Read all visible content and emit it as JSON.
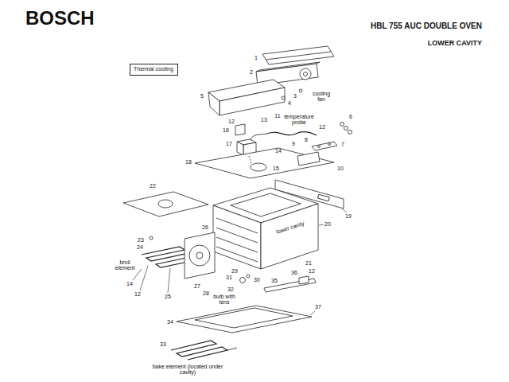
{
  "diagram": {
    "title": "HBL 755 AUC DOUBLE OVEN",
    "nodes": [
      {
        "text": [
          "Thermal cooling"
        ]
      }
    ],
    "labels": [
      "BOSCH",
      "LOWER CAVITY",
      "1",
      "2",
      "cooling fan",
      "3",
      "4",
      "5",
      "6",
      "11",
      "temperature probe",
      "12",
      "13",
      "12",
      "16",
      "8",
      "7",
      "17",
      "9",
      "14",
      "15",
      "10",
      "18",
      "22",
      "20",
      "19",
      "26",
      "lower cavity",
      "23",
      "24",
      "broil element",
      "21",
      "29",
      "30",
      "31",
      "35",
      "36",
      "12",
      "27",
      "14",
      "28",
      "32",
      "12",
      "25",
      "bulb with lens",
      "37",
      "34",
      "33",
      "bake element (located under cavity)"
    ]
  }
}
